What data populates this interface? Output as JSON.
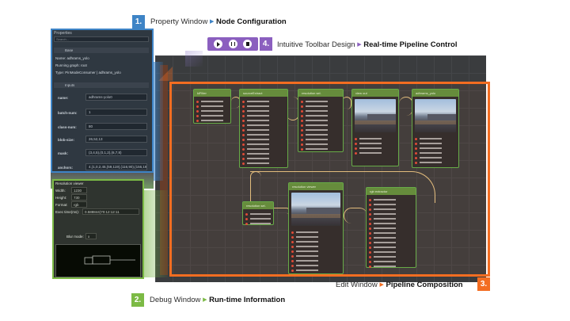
{
  "callouts": {
    "property": {
      "number": "1.",
      "label": "Property Window",
      "target": "Node Configuration",
      "color": "#3e84c6"
    },
    "debug": {
      "number": "2.",
      "label": "Debug Window",
      "target": "Run-time Information",
      "color": "#7cba45"
    },
    "edit": {
      "number": "3.",
      "label": "Edit Window",
      "target": "Pipeline Composition",
      "color": "#f36d21"
    },
    "toolbar": {
      "number": "4.",
      "label": "Intuitive Toolbar Design",
      "target": "Real-time Pipeline Control",
      "color": "#8b5fbf"
    }
  },
  "property_window": {
    "title": "Properties",
    "search_placeholder": "Search...",
    "section_base": "Base",
    "name_line": "Name: adhrams_yolo",
    "running_graph_line": "Running graph: root",
    "type_line": "Type: PinModeConsumer | adhrams_yolo",
    "section_inputs": "Inputs",
    "fields": [
      {
        "key": "name:",
        "value": "adhrams-yolo0"
      },
      {
        "key": "batch-num:",
        "value": "1"
      },
      {
        "key": "class-num:",
        "value": "80"
      },
      {
        "key": "blob-size:",
        "value": "26,52,13"
      },
      {
        "key": "mask:",
        "value": "(3,4,5),(0,1,2),(6,7,8)"
      },
      {
        "key": "anchors:",
        "value": "4,(1,0,2,45,(59,119),(116,90),(156,198"
      }
    ]
  },
  "debug_window": {
    "title": "Resolution viewer",
    "rows": [
      {
        "key": "Width:",
        "value": "1230"
      },
      {
        "key": "Height:",
        "value": "730"
      },
      {
        "key": "Format:",
        "value": "rgb"
      },
      {
        "key": "Exec time(ms):",
        "value": "0.588844(70:12:12:11"
      },
      {
        "key": "Blur mode:",
        "value": "x"
      }
    ]
  },
  "nodes": [
    {
      "title": "kiFilter",
      "rows": 7
    },
    {
      "title": "sourceExtract",
      "rows": 16
    },
    {
      "title": "resolution sel.",
      "rows": 12
    },
    {
      "title": "view out",
      "rows": 4,
      "image": true
    },
    {
      "title": "adhrams_yolo",
      "rows": 8,
      "image": true
    },
    {
      "title": "resolution sel.",
      "rows": 3
    },
    {
      "title": "resolution viewer",
      "rows": 14,
      "image": true
    },
    {
      "title": "rgb extractor",
      "rows": 16
    }
  ]
}
